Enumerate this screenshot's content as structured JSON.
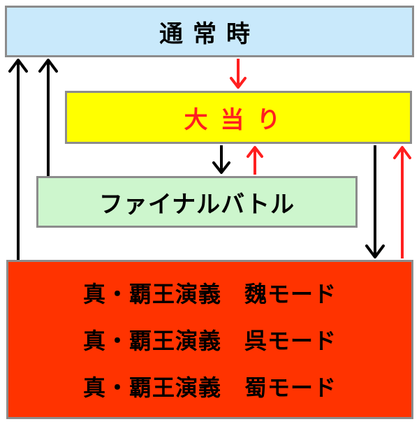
{
  "colors": {
    "normal_bg": "#c9e9fb",
    "jackpot_bg": "#ffff00",
    "jackpot_text": "#ff1f1f",
    "final_bg": "#cdf6cd",
    "modes_bg": "#ff3300",
    "arrow_black": "#000000",
    "arrow_red": "#ff1f1f",
    "border": "#8c8c8c"
  },
  "states": {
    "normal": "通常時",
    "jackpot": "大当り",
    "final_battle": "ファイナルバトル"
  },
  "modes": [
    "真・覇王演義　魏モード",
    "真・覇王演義　呉モード",
    "真・覇王演義　蜀モード"
  ]
}
